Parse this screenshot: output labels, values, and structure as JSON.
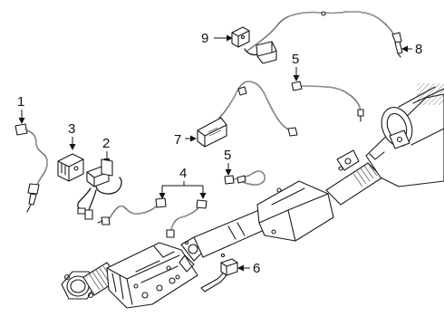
{
  "diagram": {
    "callouts": [
      {
        "id": "1",
        "label": "1"
      },
      {
        "id": "2",
        "label": "2"
      },
      {
        "id": "3",
        "label": "3"
      },
      {
        "id": "4",
        "label": "4"
      },
      {
        "id": "5a",
        "label": "5"
      },
      {
        "id": "5b",
        "label": "5"
      },
      {
        "id": "6",
        "label": "6"
      },
      {
        "id": "7",
        "label": "7"
      },
      {
        "id": "8",
        "label": "8"
      },
      {
        "id": "9",
        "label": "9"
      }
    ]
  }
}
